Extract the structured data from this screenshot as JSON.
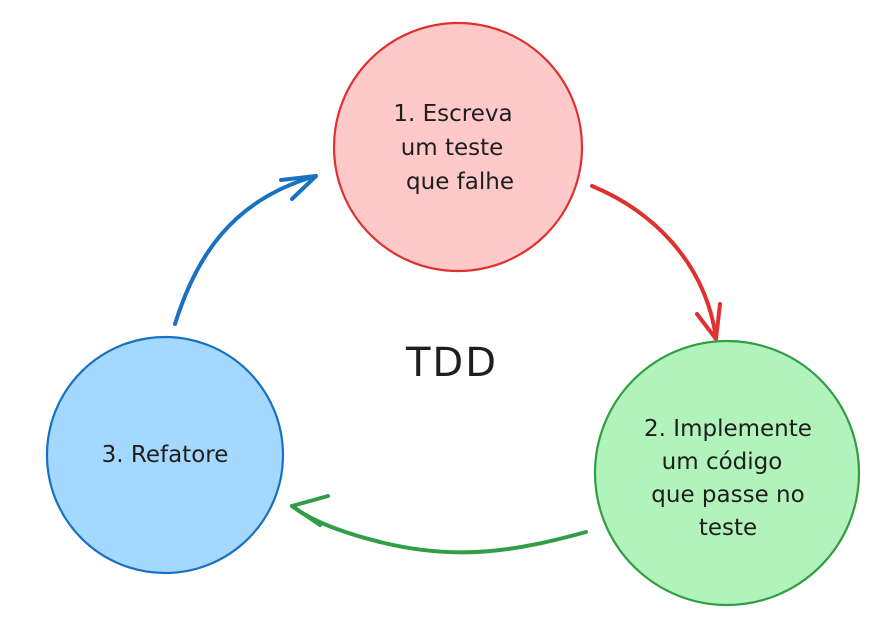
{
  "diagram": {
    "center_title": "TDD",
    "steps": [
      {
        "lines": [
          "1. Escreva",
          "um teste",
          "que falhe"
        ],
        "fill": "#ffc9c9",
        "stroke": "#e03131"
      },
      {
        "lines": [
          "2. Implemente",
          "um código",
          "que passe no",
          "teste"
        ],
        "fill": "#b2f2bb",
        "stroke": "#2f9e44"
      },
      {
        "lines": [
          "3. Refatore"
        ],
        "fill": "#a5d8ff",
        "stroke": "#1971c2"
      }
    ],
    "arrows": [
      {
        "from": "1",
        "to": "2",
        "color": "#e03131"
      },
      {
        "from": "2",
        "to": "3",
        "color": "#2f9e44"
      },
      {
        "from": "3",
        "to": "1",
        "color": "#1971c2"
      }
    ]
  }
}
